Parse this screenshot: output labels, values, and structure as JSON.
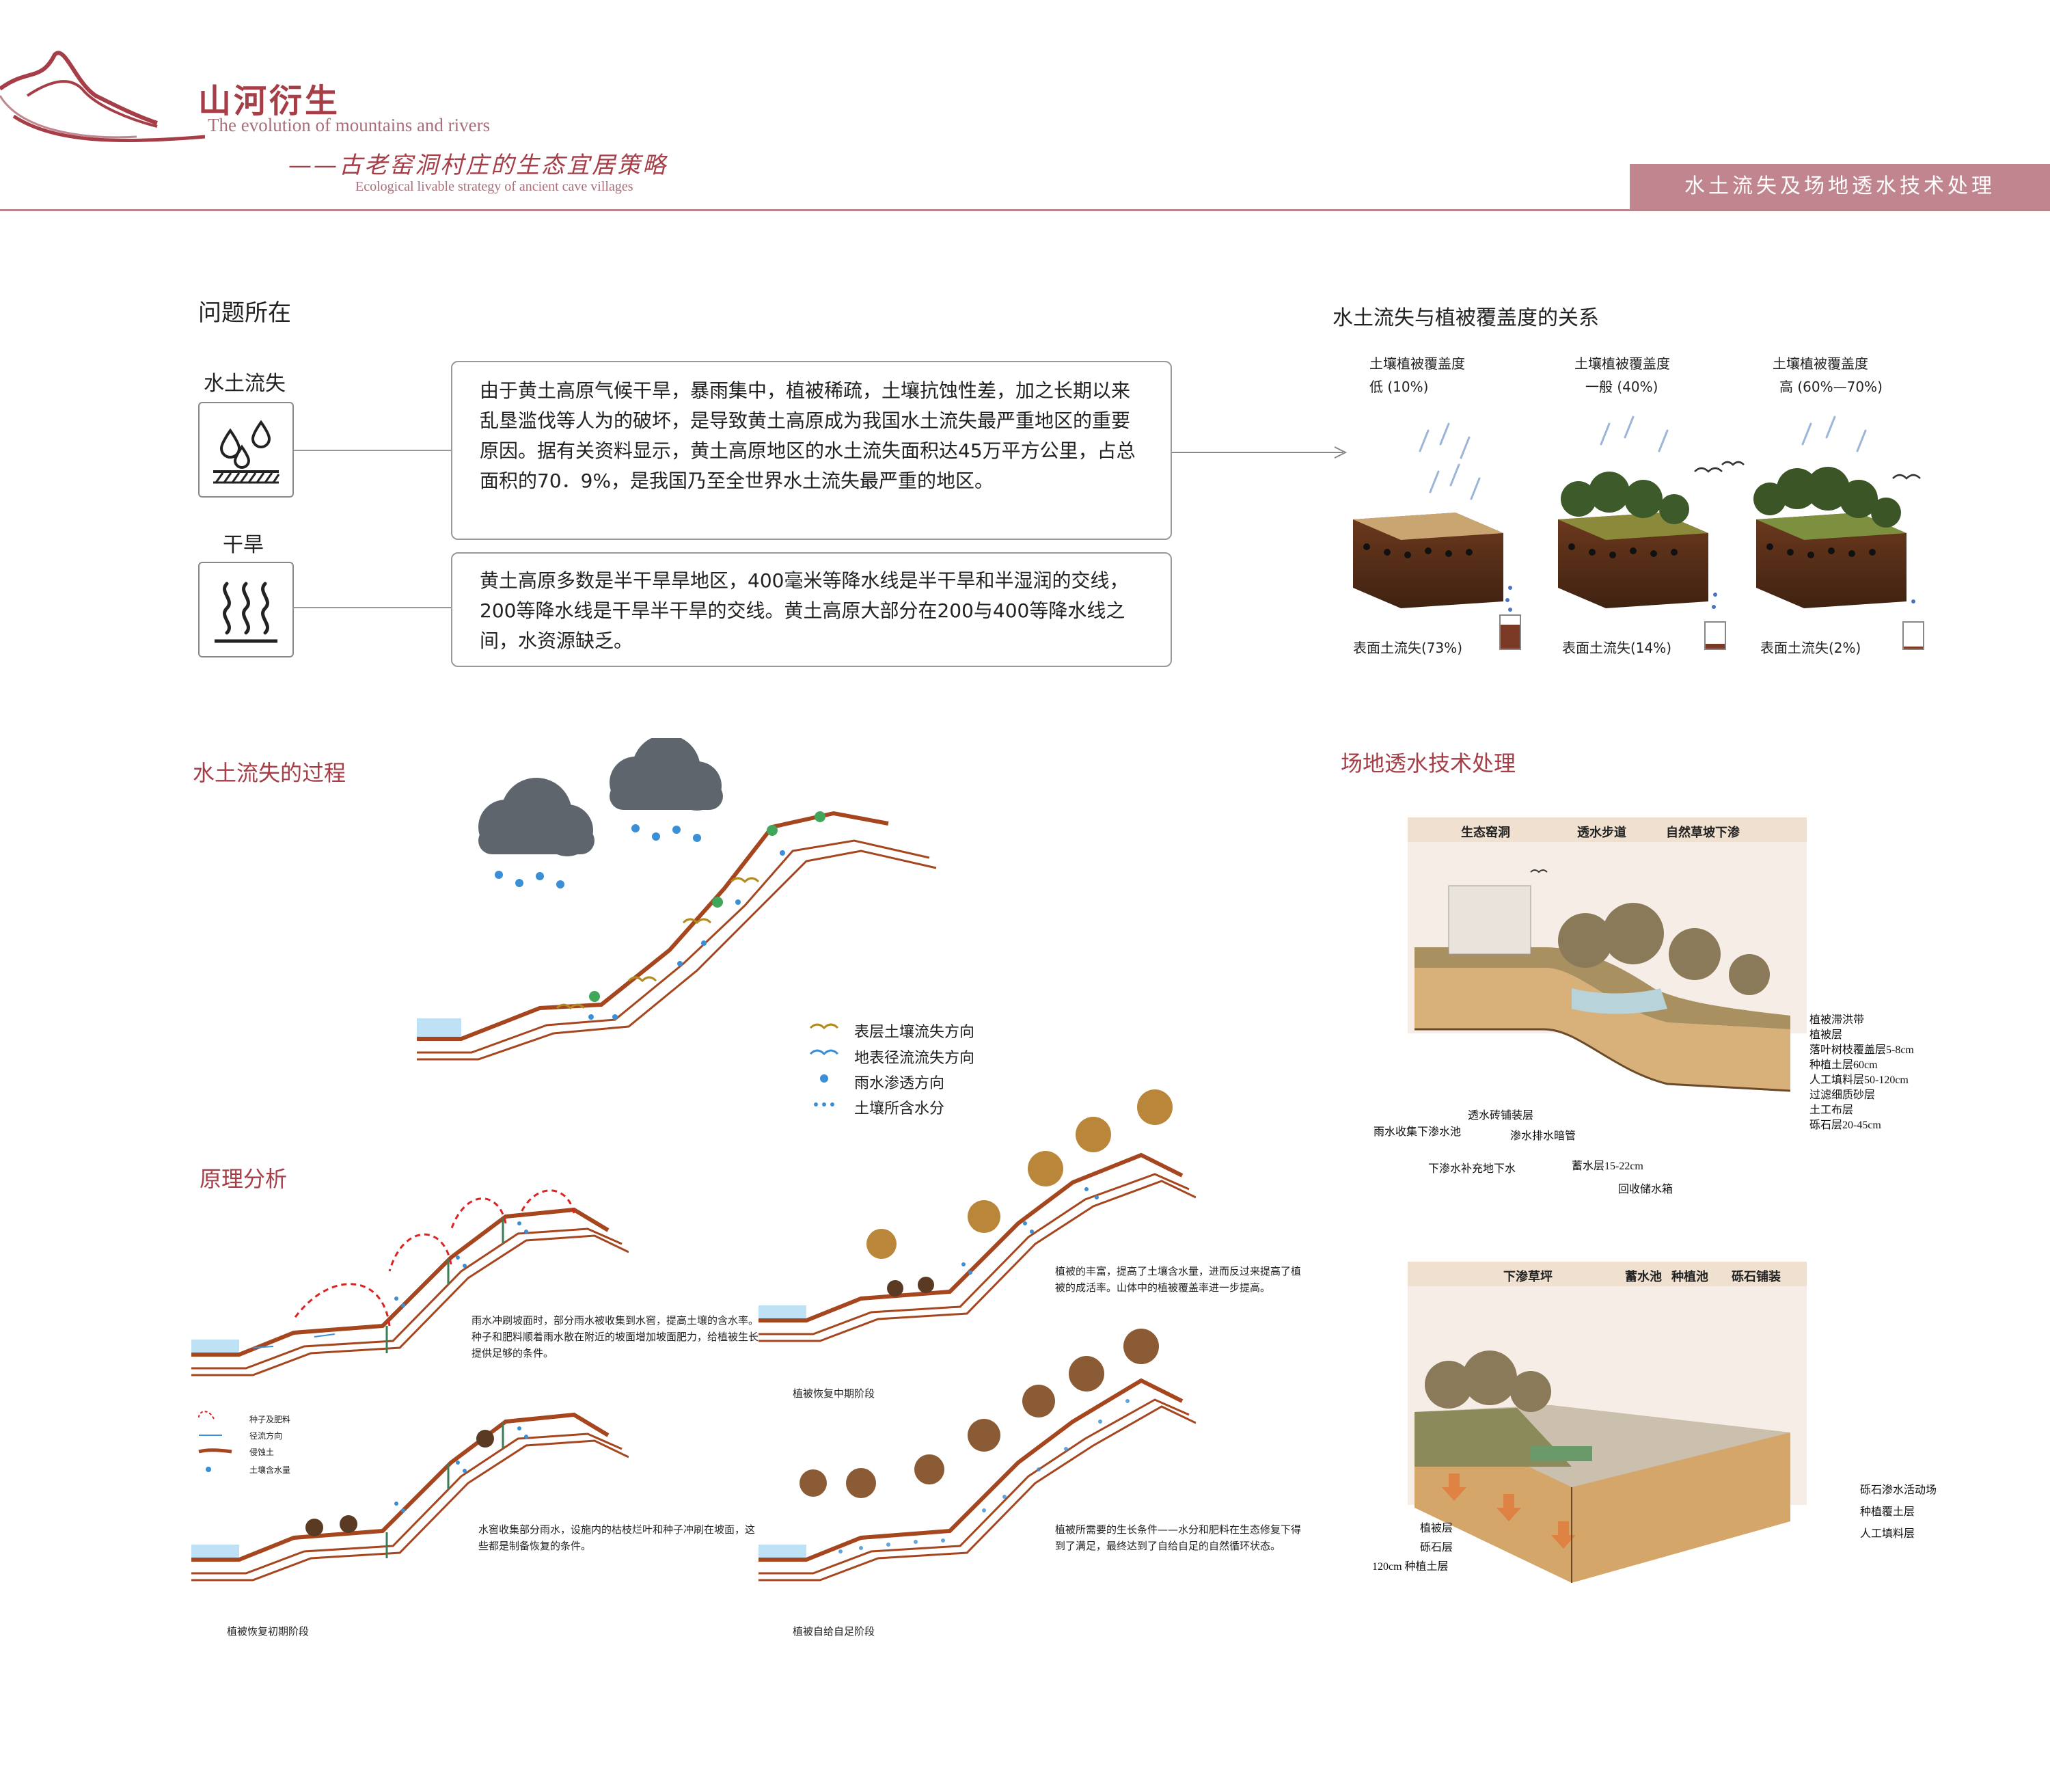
{
  "header": {
    "title_cn": "山河衍生",
    "title_en": "The evolution of mountains and rivers",
    "subtitle_cn": "——古老窑洞村庄的生态宜居策略",
    "subtitle_en": "Ecological livable strategy of ancient cave villages",
    "banner": "水土流失及场地透水技术处理"
  },
  "problem": {
    "heading": "问题所在",
    "items": [
      {
        "label": "水土流失",
        "icon": "water-drops-icon",
        "text": "由于黄土高原气候干旱，暴雨集中，植被稀疏，土壤抗蚀性差，加之长期以来乱垦滥伐等人为的破坏，是导致黄土高原成为我国水土流失最严重地区的重要原因。据有关资料显示，黄土高原地区的水土流失面积达45万平方公里，占总面积的70．9%，是我国乃至全世界水土流失最严重的地区。"
      },
      {
        "label": "干旱",
        "icon": "heat-waves-icon",
        "text": "黄土高原多数是半干旱旱地区，400毫米等降水线是半干旱和半湿润的交线，200等降水线是干旱半干旱的交线。黄土高原大部分在200与400等降水线之间，水资源缺乏。"
      }
    ]
  },
  "relation": {
    "heading": "水土流失与植被覆盖度的关系",
    "blocks": [
      {
        "cover_label": "土壤植被覆盖度",
        "cover_value": "低 (10%)",
        "loss": "表面土流失(73%)",
        "water_level": 0.73
      },
      {
        "cover_label": "土壤植被覆盖度",
        "cover_value": "一般 (40%)",
        "loss": "表面土流失(14%)",
        "water_level": 0.14
      },
      {
        "cover_label": "土壤植被覆盖度",
        "cover_value": "高 (60%—70%)",
        "loss": "表面土流失(2%)",
        "water_level": 0.02
      }
    ]
  },
  "process": {
    "heading": "水土流失的过程",
    "legend": [
      "表层土壤流失方向",
      "地表径流流失方向",
      "雨水渗透方向",
      "土壤所含水分"
    ]
  },
  "principle": {
    "heading": "原理分析",
    "text1": "雨水冲刷坡面时，部分雨水被收集到水窖，提高土壤的含水率。种子和肥料顺着雨水散在附近的坡面增加坡面肥力，给植被生长提供足够的条件。",
    "legend": [
      "种子及肥料",
      "径流方向",
      "侵蚀土",
      "土壤含水量"
    ],
    "text2": "水窖收集部分雨水，设施内的枯枝烂叶和种子冲刷在坡面，这些都是制备恢复的条件。",
    "caption2": "植被恢复初期阶段",
    "text3": "植被的丰富，提高了土壤含水量，进而反过来提高了植被的成活率。山体中的植被覆盖率进一步提高。",
    "caption3": "植被恢复中期阶段",
    "text4": "植被所需要的生长条件——水分和肥料在生态修复下得到了满足，最终达到了自给自足的自然循环状态。",
    "caption4": "植被自给自足阶段"
  },
  "permeable": {
    "heading": "场地透水技术处理",
    "panel1": {
      "header": [
        "生态窑洞",
        "透水步道",
        "自然草坡下渗"
      ],
      "right_labels": [
        "植被滞洪带",
        "植被层",
        "落叶树枝覆盖层5-8cm",
        "种植土层60cm",
        "人工填料层50-120cm",
        "过滤细质砂层",
        "土工布层",
        "砾石层20-45cm"
      ],
      "bottom_labels": [
        "透水砖铺装层",
        "雨水收集下渗水池",
        "渗水排水暗管",
        "下渗水补充地下水",
        "蓄水层15-22cm",
        "回收储水箱"
      ]
    },
    "panel2": {
      "header": [
        "下渗草坪",
        "蓄水池",
        "种植池",
        "砾石铺装"
      ],
      "right_labels": [
        "砾石渗水活动场",
        "种植覆土层",
        "人工填料层"
      ],
      "left_labels": [
        "植被层",
        "砾石层",
        "120cm 种植土层"
      ]
    }
  },
  "colors": {
    "accent": "#a63e48",
    "banner": "#c1858f",
    "soil": "#a5461f",
    "water": "#3a8fd6",
    "box_border": "#999999"
  }
}
